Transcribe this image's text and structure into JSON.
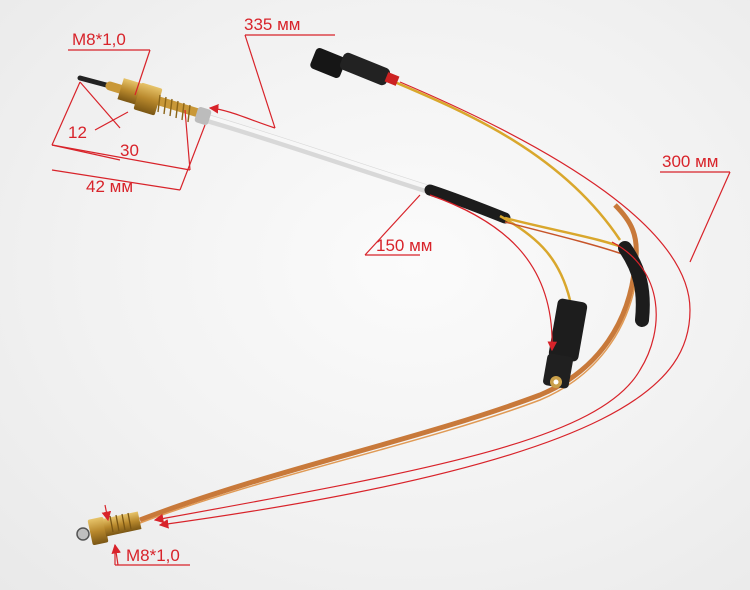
{
  "image": {
    "subject": "thermocouple-assembly",
    "accent_color": "#d8232a",
    "copper_color": "#c8793a",
    "brass_color": "#b8882c"
  },
  "labels": {
    "top_thread": "M8*1,0",
    "bottom_thread": "M8*1,0",
    "dim_12": "12",
    "dim_30": "30",
    "dim_42": "42 мм",
    "dim_335": "335 мм",
    "dim_300": "300 мм",
    "dim_150": "150 мм"
  }
}
